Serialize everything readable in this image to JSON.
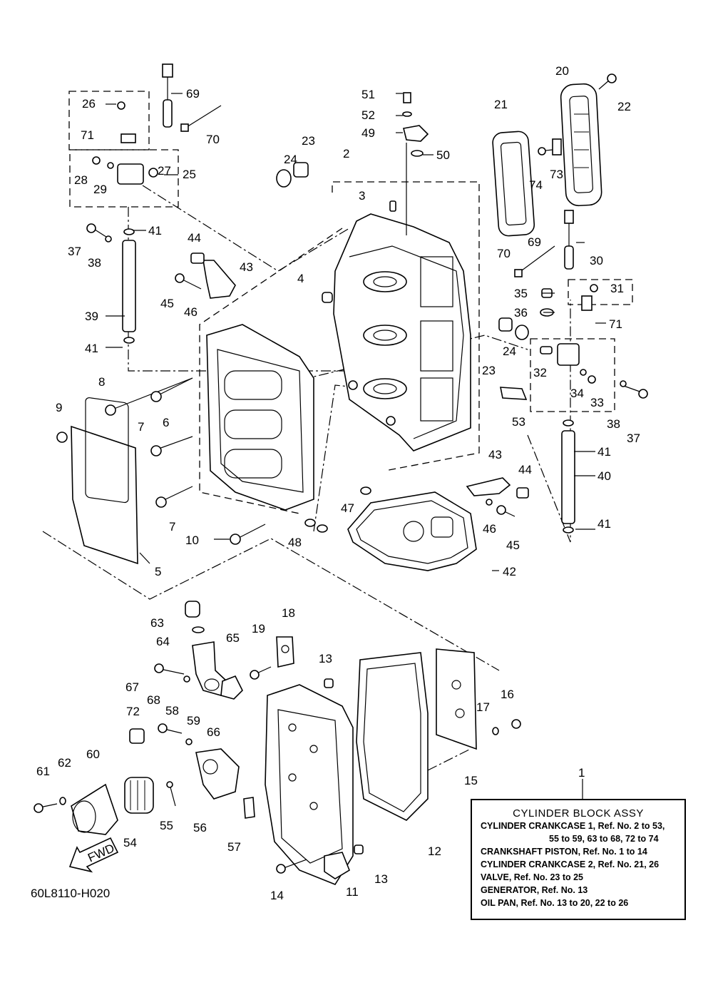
{
  "diagram_code": "60L8110-H020",
  "fwd_label": "FWD",
  "legend": {
    "ref": "1",
    "title": "CYLINDER BLOCK ASSY",
    "lines": [
      "CYLINDER CRANKCASE 1,  Ref. No. 2 to 53,",
      "55 to 59, 63 to 68, 72 to 74",
      "CRANKSHAFT PISTON,  Ref. No. 1 to 14",
      "CYLINDER CRANKCASE 2,  Ref. No. 21, 26",
      "VALVE,  Ref. No. 23 to 25",
      "GENERATOR,  Ref. No. 13",
      "OIL PAN,  Ref. No. 13 to 20,  22 to 26"
    ]
  },
  "callouts": {
    "c20": "20",
    "c22": "22",
    "c21": "21",
    "c51": "51",
    "c52": "52",
    "c49": "49",
    "c50": "50",
    "c69a": "69",
    "c70a": "70",
    "c26": "26",
    "c71a": "71",
    "c28": "28",
    "c29": "29",
    "c27": "27",
    "c25": "25",
    "c23a": "23",
    "c24a": "24",
    "c2": "2",
    "c3": "3",
    "c73": "73",
    "c74": "74",
    "c41a": "41",
    "c37a": "37",
    "c38a": "38",
    "c44a": "44",
    "c43a": "43",
    "c45a": "45",
    "c46a": "46",
    "c4": "4",
    "c39": "39",
    "c41b": "41",
    "c69b": "69",
    "c70b": "70",
    "c30": "30",
    "c31": "31",
    "c35": "35",
    "c36": "36",
    "c71b": "71",
    "c24b": "24",
    "c23b": "23",
    "c32": "32",
    "c34": "34",
    "c33": "33",
    "c38b": "38",
    "c37b": "37",
    "c53": "53",
    "c8": "8",
    "c6": "6",
    "c9": "9",
    "c7a": "7",
    "c41c": "41",
    "c40": "40",
    "c43b": "43",
    "c44b": "44",
    "c7b": "7",
    "c47": "47",
    "c46b": "46",
    "c45b": "45",
    "c41d": "41",
    "c10": "10",
    "c48": "48",
    "c5": "5",
    "c42": "42",
    "c63": "63",
    "c18": "18",
    "c64": "64",
    "c65": "65",
    "c19": "19",
    "c13a": "13",
    "c67": "67",
    "c68": "68",
    "c16": "16",
    "c72": "72",
    "c58": "58",
    "c59": "59",
    "c66": "66",
    "c17": "17",
    "c60": "60",
    "c61": "61",
    "c62": "62",
    "c15": "15",
    "c55": "55",
    "c56": "56",
    "c54": "54",
    "c57": "57",
    "c12": "12",
    "c13b": "13",
    "c14": "14",
    "c11": "11"
  }
}
